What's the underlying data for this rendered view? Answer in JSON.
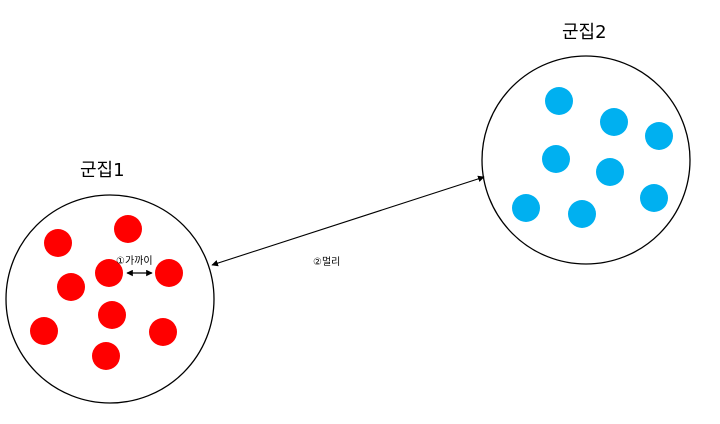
{
  "clusters": [
    {
      "title": "군집1",
      "dot_color": "#ff0000"
    },
    {
      "title": "군집2",
      "dot_color": "#00b0f0"
    }
  ],
  "annotations": {
    "near": "①가까이",
    "far": "②멀리"
  },
  "colors": {
    "line": "#000000",
    "background": "#ffffff"
  }
}
